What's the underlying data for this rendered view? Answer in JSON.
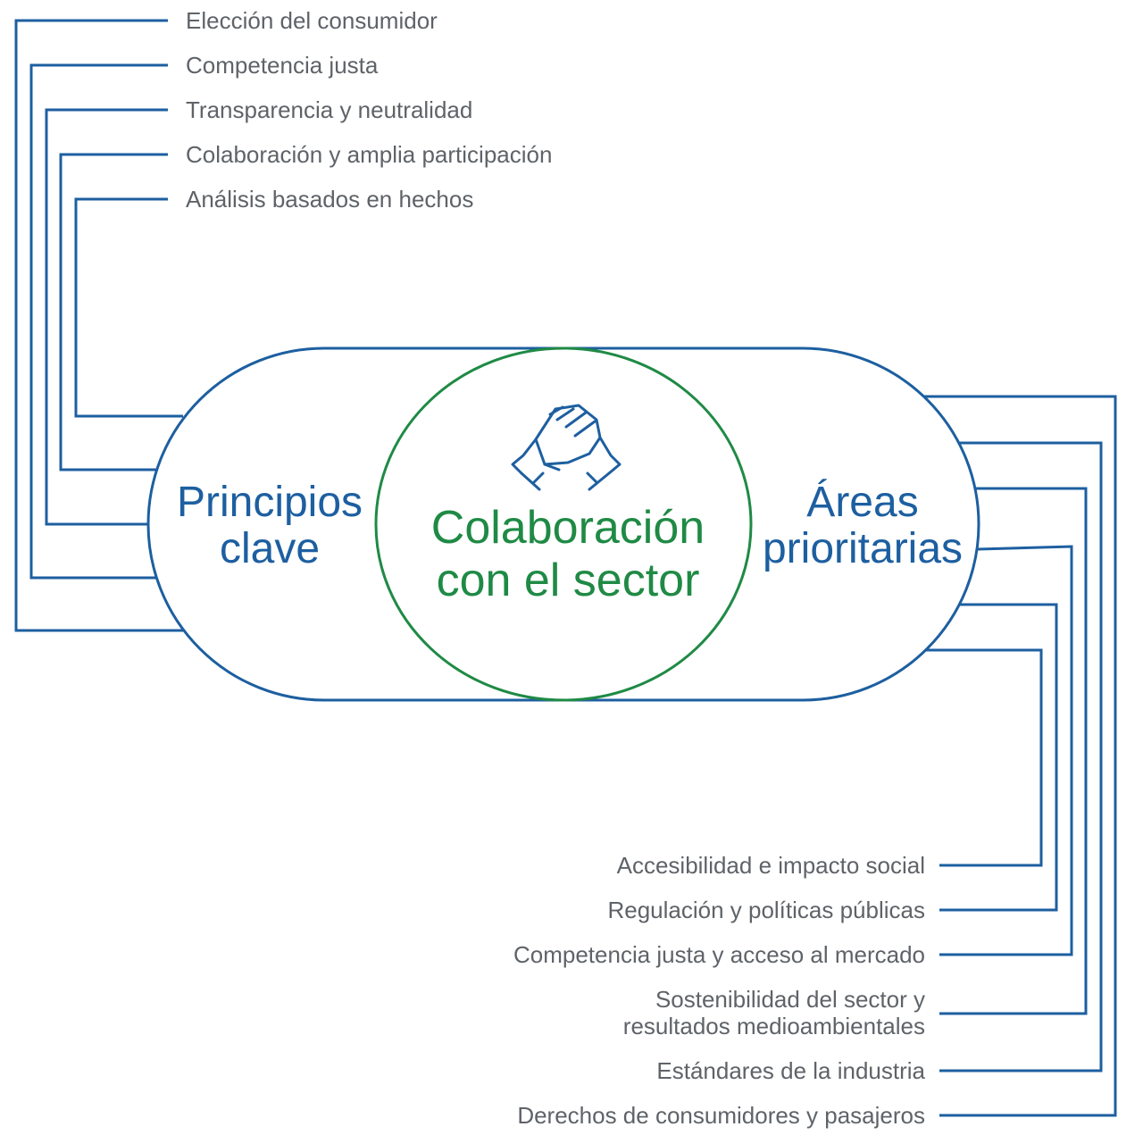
{
  "center": {
    "line1": "Colaboración",
    "line2": "con el sector"
  },
  "left_group": {
    "title_line1": "Principios",
    "title_line2": "clave",
    "items": [
      "Elección del consumidor",
      "Competencia justa",
      "Transparencia y neutralidad",
      "Colaboración y amplia participación",
      "Análisis basados en hechos"
    ]
  },
  "right_group": {
    "title_line1": "Áreas",
    "title_line2": "prioritarias",
    "items": [
      {
        "line1": "Accesibilidad e impacto social",
        "line2": ""
      },
      {
        "line1": "Regulación y políticas públicas",
        "line2": ""
      },
      {
        "line1": "Competencia justa y acceso al mercado",
        "line2": ""
      },
      {
        "line1": "Sostenibilidad del sector y",
        "line2": "resultados medioambientales"
      },
      {
        "line1": "Estándares de la industria",
        "line2": ""
      },
      {
        "line1": "Derechos de consumidores y pasajeros",
        "line2": ""
      }
    ]
  },
  "icons": {
    "center_icon": "handshake-icon"
  },
  "colors": {
    "blue": "#1d5fa0",
    "green": "#1f8a45",
    "text_gray": "#5f6368"
  }
}
